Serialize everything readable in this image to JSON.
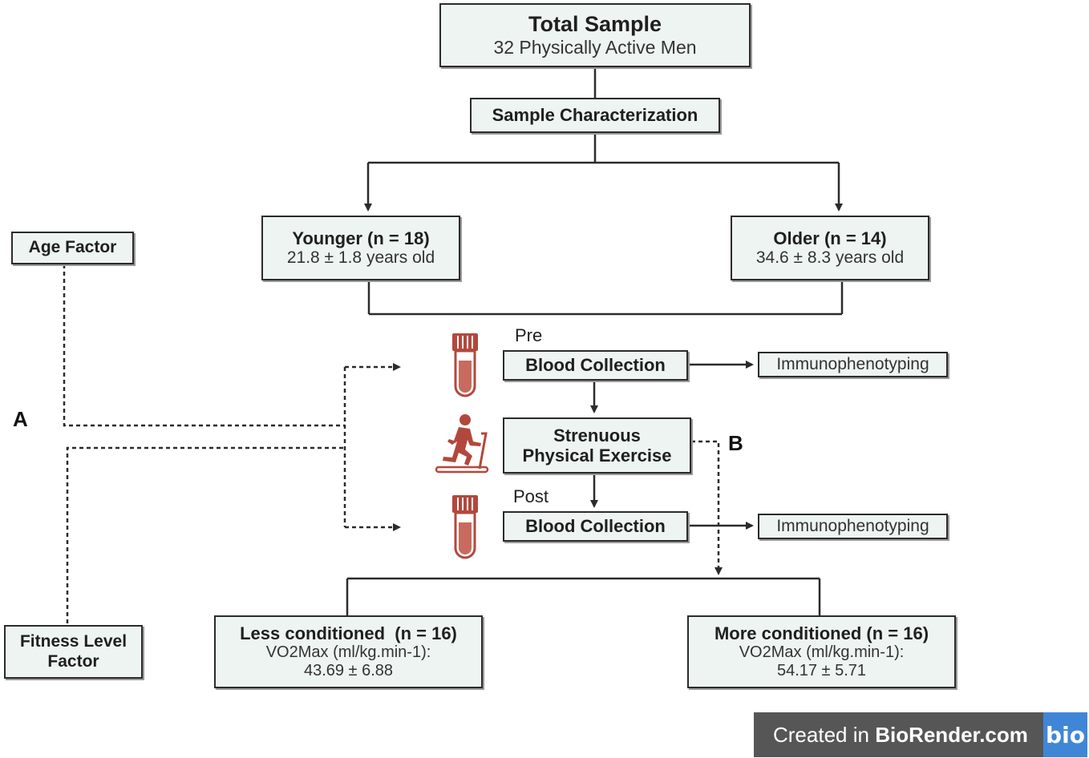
{
  "total_sample": {
    "title": "Total Sample",
    "subtitle": "32 Physically Active Men"
  },
  "characterization": "Sample Characterization",
  "younger": {
    "title": "Younger (n = 18)",
    "detail": "21.8 ± 1.8 years old"
  },
  "older": {
    "title": "Older (n = 14)",
    "detail": "34.6 ± 8.3 years old"
  },
  "age_factor": "Age Factor",
  "fitness_factor": {
    "line1": "Fitness Level",
    "line2": "Factor"
  },
  "label_a": "A",
  "label_b": "B",
  "pre_label": "Pre",
  "post_label": "Post",
  "blood_pre": "Blood Collection",
  "blood_post": "Blood Collection",
  "exercise": {
    "line1": "Strenuous",
    "line2": "Physical Exercise"
  },
  "immuno_pre": "Immunophenotyping",
  "immuno_post": "Immunophenotyping",
  "less_conditioned": {
    "title": "Less conditioned  (n = 16)",
    "metric": "VO2Max (ml/kg.min-1):",
    "value": "43.69 ± 6.88"
  },
  "more_conditioned": {
    "title": "More conditioned (n = 16)",
    "metric": "VO2Max (ml/kg.min-1):",
    "value": "54.17 ± 5.71"
  },
  "badge": {
    "prefix": "Created in ",
    "brand": "BioRender.com",
    "logo": "bio"
  },
  "icons": [
    "blood-tube-icon",
    "treadmill-runner-icon",
    "blood-tube-icon"
  ],
  "colors": {
    "icon_red": "#b2483d",
    "box_fill": "#eef4f2",
    "badge_bg": "#565656",
    "logo_bg": "#3f87d6"
  }
}
